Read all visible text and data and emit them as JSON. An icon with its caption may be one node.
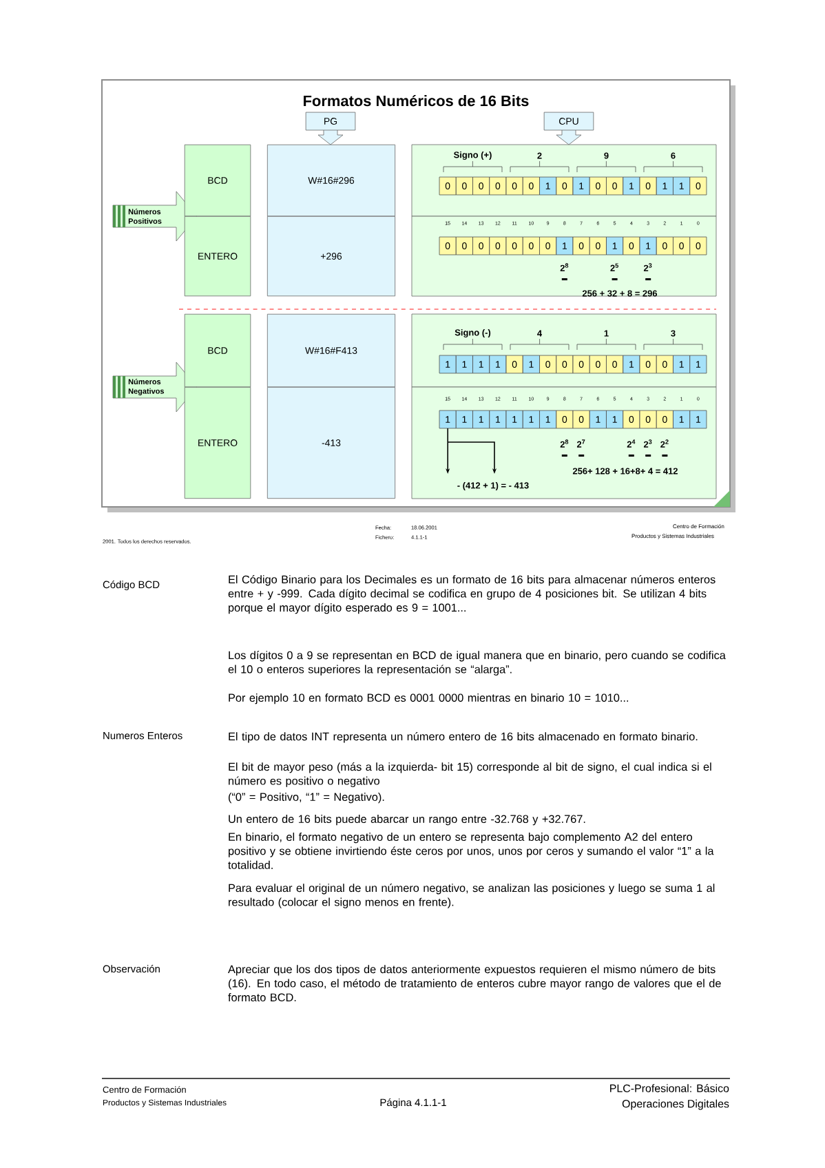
{
  "diagram": {
    "title": "Formatos Numéricos de 16 Bits",
    "nodes": [
      {
        "text": [
          "PG"
        ]
      },
      {
        "text": [
          "CPU"
        ]
      },
      {
        "text": [
          "Números Positivos"
        ]
      },
      {
        "text": [
          "BCD"
        ]
      },
      {
        "text": [
          "W#16#296"
        ]
      },
      {
        "text": [
          "ENTERO"
        ]
      },
      {
        "text": [
          "+296"
        ]
      },
      {
        "text": [
          "Números Negativos"
        ]
      },
      {
        "text": [
          "BCD"
        ]
      },
      {
        "text": [
          "W#16#F413"
        ]
      },
      {
        "text": [
          "ENTERO"
        ]
      },
      {
        "text": [
          "-413"
        ]
      }
    ],
    "labels": [
      "Signo (+)",
      "2",
      "9",
      "6",
      "0",
      "0",
      "0",
      "0",
      "0",
      "0",
      "1",
      "0",
      "1",
      "0",
      "0",
      "1",
      "0",
      "1",
      "1",
      "0",
      "15",
      "14",
      "13",
      "12",
      "11",
      "10",
      "9",
      "8",
      "7",
      "6",
      "5",
      "4",
      "3",
      "2",
      "1",
      "0",
      "0",
      "0",
      "0",
      "0",
      "0",
      "0",
      "0",
      "1",
      "0",
      "0",
      "1",
      "0",
      "1",
      "0",
      "0",
      "0",
      "2$^{8}$",
      "2$^{5}$",
      "2$^{3}$",
      "256 + 32 + 8 = 296",
      "Signo (-)",
      "4",
      "1",
      "3",
      "1",
      "1",
      "1",
      "1",
      "0",
      "1",
      "0",
      "0",
      "0",
      "0",
      "0",
      "1",
      "0",
      "0",
      "1",
      "1",
      "15",
      "14",
      "13",
      "12",
      "11",
      "10",
      "9",
      "8",
      "7",
      "6",
      "5",
      "4",
      "3",
      "2",
      "1",
      "0",
      "1",
      "1",
      "1",
      "1",
      "1",
      "1",
      "1",
      "0",
      "0",
      "1",
      "1",
      "0",
      "0",
      "0",
      "1",
      "1",
      "2$^{8}$",
      "2$^{7}$",
      "2$^{4}$",
      "2$^{3}$",
      "2$^{2}$",
      "256+ 128 + 16+8+ 4 = 412",
      "- (412 + 1) = - 413",
      "2001. Todos los derechos reservados.",
      "Fecha:",
      "18.06.2001",
      "Fichero:",
      "4.1.1-1",
      "Centro de Formación",
      "Productos y Sistemas Industriales",
      "Código BCD",
      "El Código Binario para los Decimales es un formato de 16 bits para almacenar números enteros entre + y -999. Cada dígito decimal se codifica en grupo de 4 posiciones bit. Se utilizan 4 bits porque el mayor dígito esperado es 9 = 1001...",
      "Los dígitos 0 a 9 se representan en BCD de igual manera que en binario, pero cuando se codifica el 10 o enteros superiores la representación se “alarga”.",
      "Por ejemplo 10 en formato BCD es 0001 0000 mientras en binario 10 = 1010...",
      "Numeros Enteros",
      "El tipo de datos INT representa un número entero de 16 bits almacenado en formato binario.",
      "El bit de mayor peso (más a la izquierda- bit 15) corresponde al bit de signo, el cual indica si el número es positivo o negativo",
      "(“0” = Positivo, “1” = Negativo).",
      "Un entero de 16 bits puede abarcar un rango entre -32.768 y +32.767.",
      "En binario, el formato negativo de un entero se representa bajo complemento A2 del entero positivo y se obtiene invirtiendo éste ceros por unos, unos por ceros y sumando el valor “1” a la totalidad.",
      "Para evaluar el original de un número negativo, se analizan las posiciones y luego se suma 1 al resultado (colocar el signo menos en frente).",
      "Observación",
      "Apreciar que los dos tipos de datos anteriormente expuestos requieren el mismo número de bits (16). En todo caso, el método de tratamiento de enteros cubre mayor rango de valores que el de formato BCD.",
      "Centro de Formación",
      "Productos y Sistemas Industriales",
      "Página 4.1.1-1",
      "PLC-Profesional: Básico",
      "Operaciones Digitales"
    ]
  }
}
